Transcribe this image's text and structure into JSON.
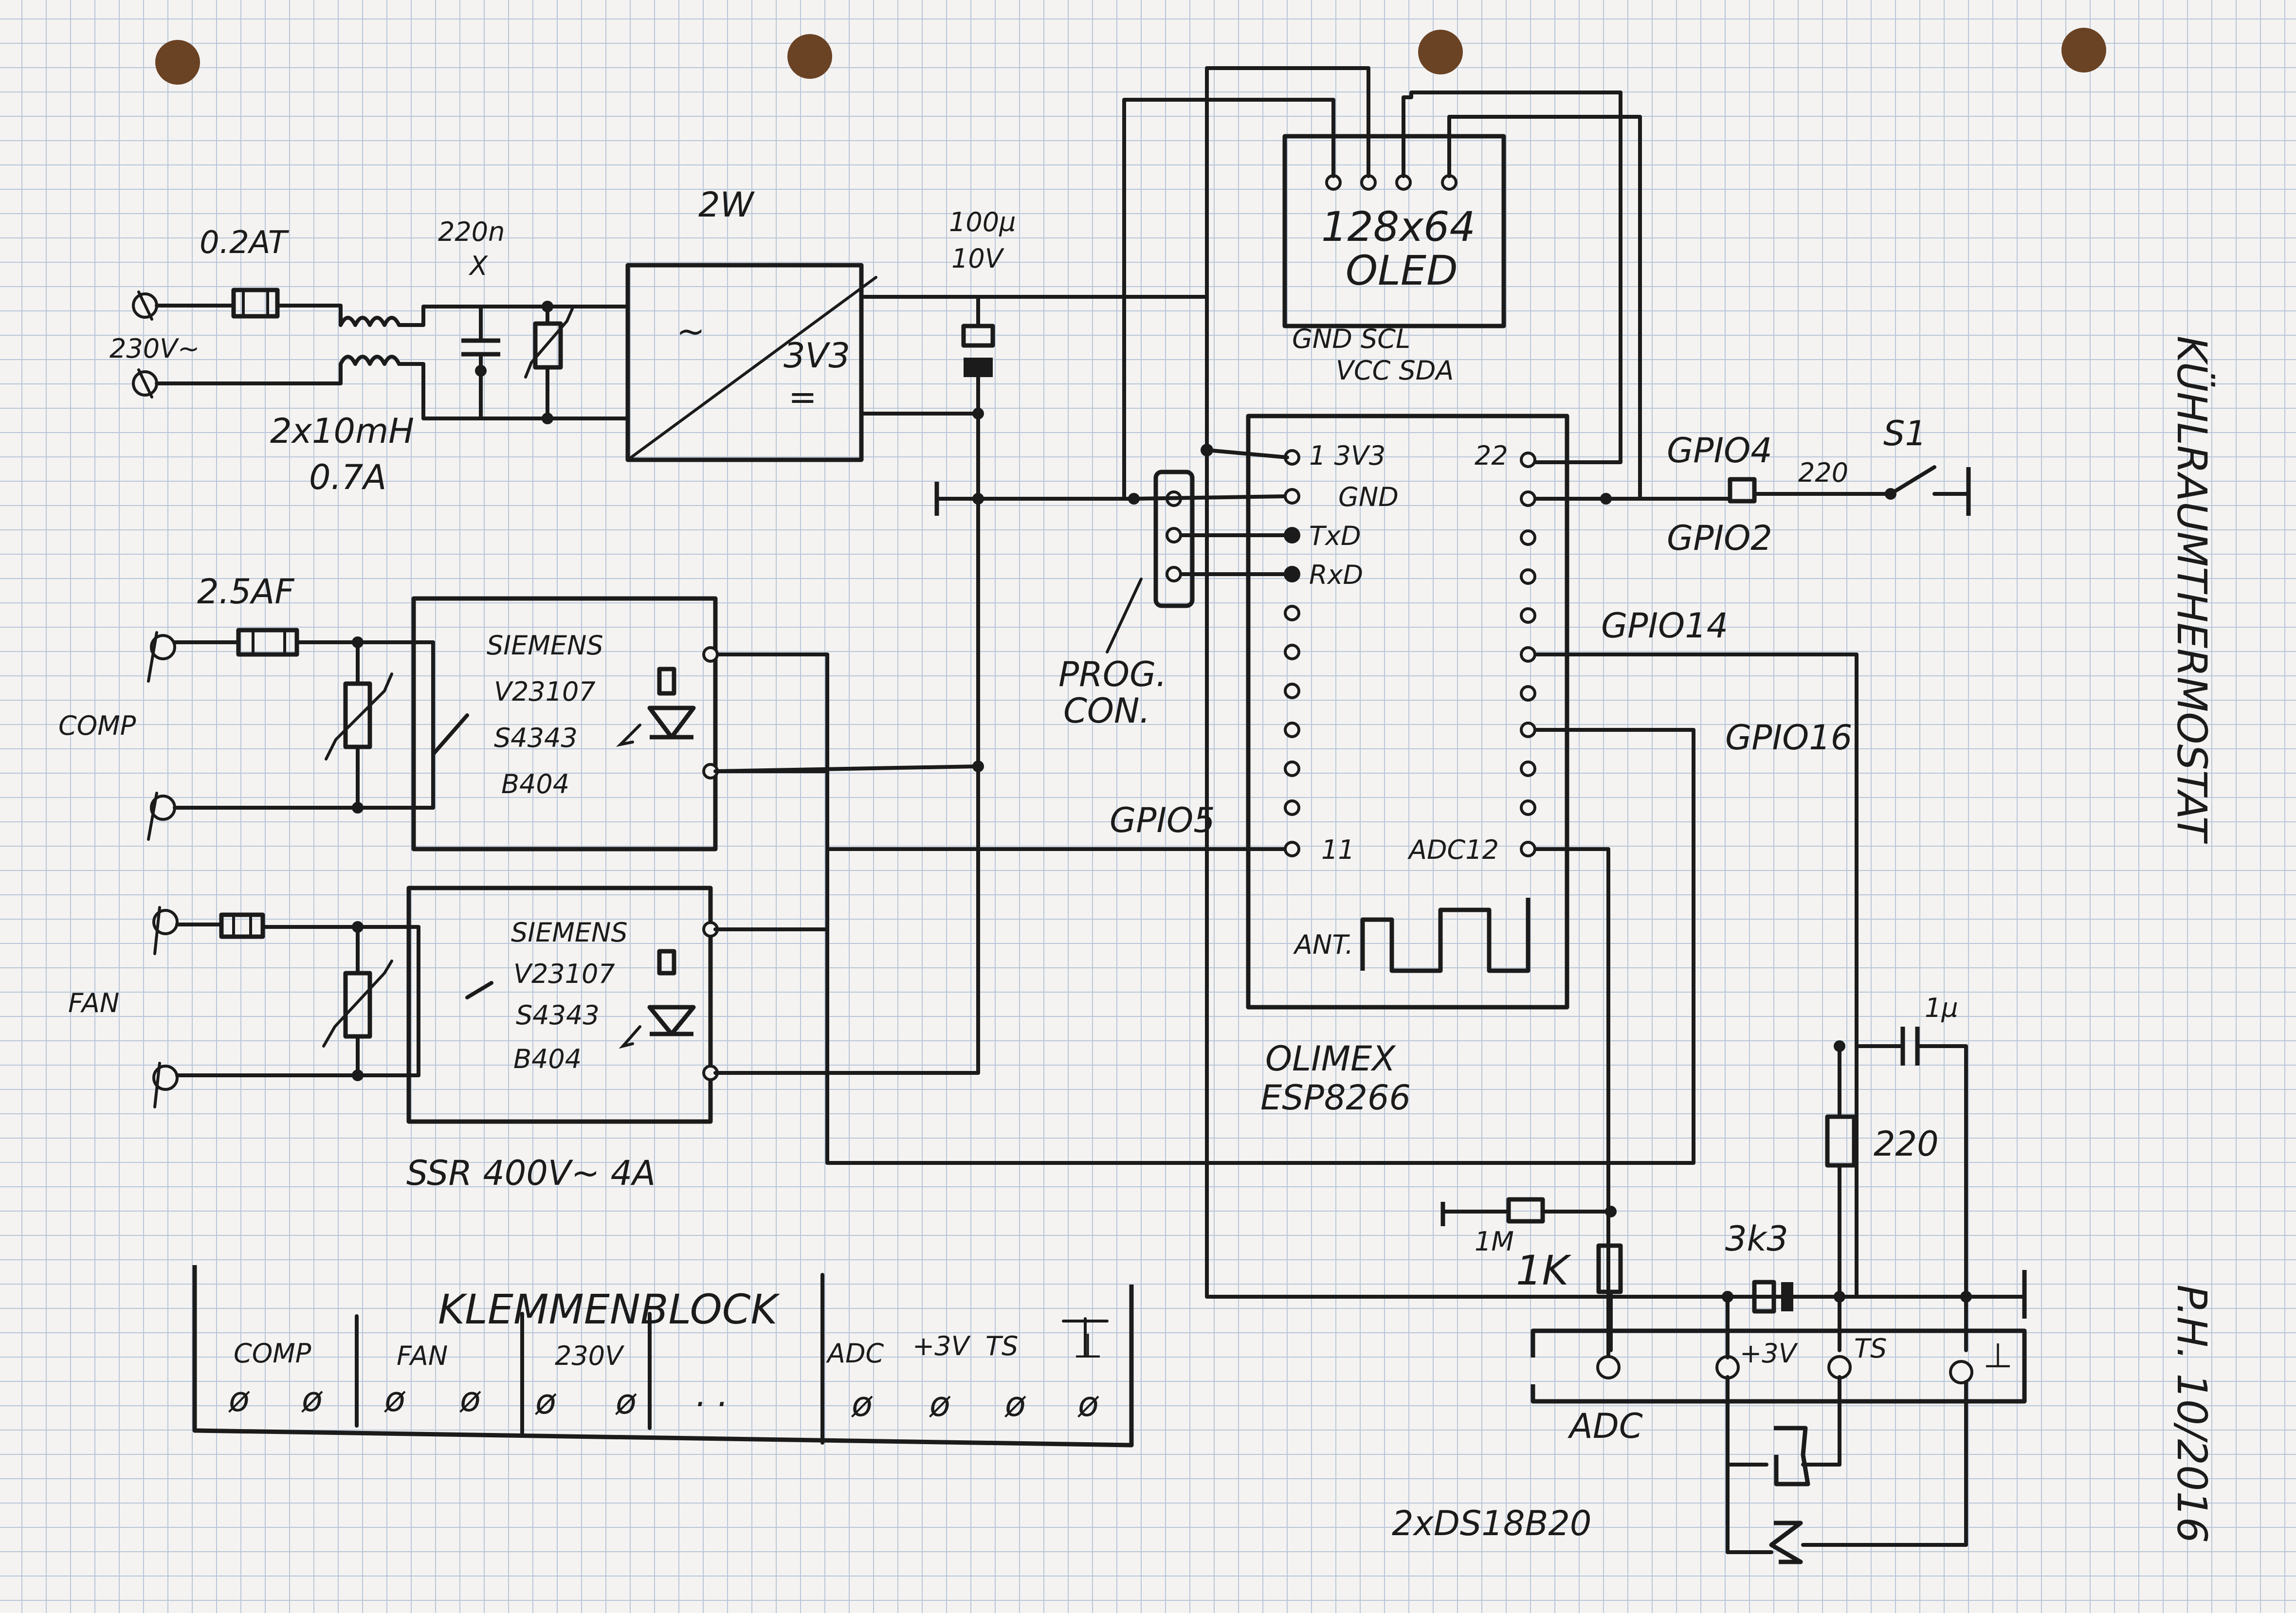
{
  "page": {
    "title": "KÜHLRAUMTHERMOSTAT",
    "signature": "P.H. 10/2016"
  },
  "power_supply": {
    "mains": "230V~",
    "fuse": "0.2AT",
    "capacitor": "220n",
    "capacitor_mark": "X",
    "choke": "2x10mH",
    "choke_current": "0.7A",
    "converter_power": "2W",
    "converter_ac": "~",
    "converter_out": "3V3",
    "converter_dc": "=",
    "elko_value": "100µ",
    "elko_voltage": "10V"
  },
  "oled": {
    "line1": "128x64",
    "line2": "OLED",
    "pins_top": "GND  SCL",
    "pins_bottom": "VCC  SDA"
  },
  "module": {
    "name_line1": "OLIMEX",
    "name_line2": "ESP8266",
    "antenna": "ANT.",
    "pin_labels": {
      "p1": "1 3V3",
      "p2": "GND",
      "p3": "TxD",
      "p4": "RxD",
      "p11": "11",
      "p22": "22",
      "adc": "ADC12"
    }
  },
  "prog_connector": {
    "line1": "PROG.",
    "line2": "CON."
  },
  "gpio": {
    "gpio4": "GPIO4",
    "gpio2": "GPIO2",
    "gpio14": "GPIO14",
    "gpio16": "GPIO16",
    "gpio5": "GPIO5"
  },
  "switch": {
    "resistor": "220",
    "label": "S1"
  },
  "compressor": {
    "label": "COMP",
    "fuse": "2.5AF",
    "relay_line1": "SIEMENS",
    "relay_line2": "V23107",
    "relay_line3": "S4343",
    "relay_line4": "B404"
  },
  "fan": {
    "label": "FAN",
    "relay_line1": "SIEMENS",
    "relay_line2": "V23107",
    "relay_line3": "S4343",
    "relay_line4": "B404"
  },
  "ssr": {
    "label": "SSR 400V~ 4A"
  },
  "sensor_section": {
    "cap": "1µ",
    "res_220": "220",
    "res_1m": "1M",
    "res_1k": "1K",
    "res_3k3": "3k3",
    "term_adc": "ADC",
    "term_3v": "+3V",
    "term_ts": "TS",
    "term_gnd": "⊥",
    "sensors": "2xDS18B20"
  },
  "terminal_block": {
    "title": "KLEMMENBLOCK",
    "groups": [
      "COMP",
      "FAN",
      "230V"
    ],
    "dots": ". .",
    "right": [
      "ADC",
      "+3V",
      "TS",
      "⊥"
    ],
    "terminal_glyph": "ø"
  }
}
